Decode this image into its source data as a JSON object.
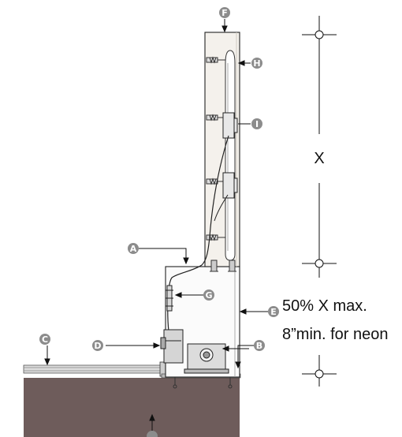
{
  "callouts": {
    "a": "A",
    "b": "B",
    "c": "C",
    "d": "D",
    "e": "E",
    "f": "F",
    "g": "G",
    "h": "H",
    "i": "I",
    "j": ""
  },
  "dimension": {
    "x_label": "X",
    "note_line1": "50% X max.",
    "note_line2": "8”min. for neon"
  },
  "colors": {
    "wall": "#6e5c5b",
    "callout": "#8c8c8c",
    "outline": "#222222",
    "letter_fill": "#f4f1ec",
    "raceway_fill": "#fbfbfb"
  }
}
